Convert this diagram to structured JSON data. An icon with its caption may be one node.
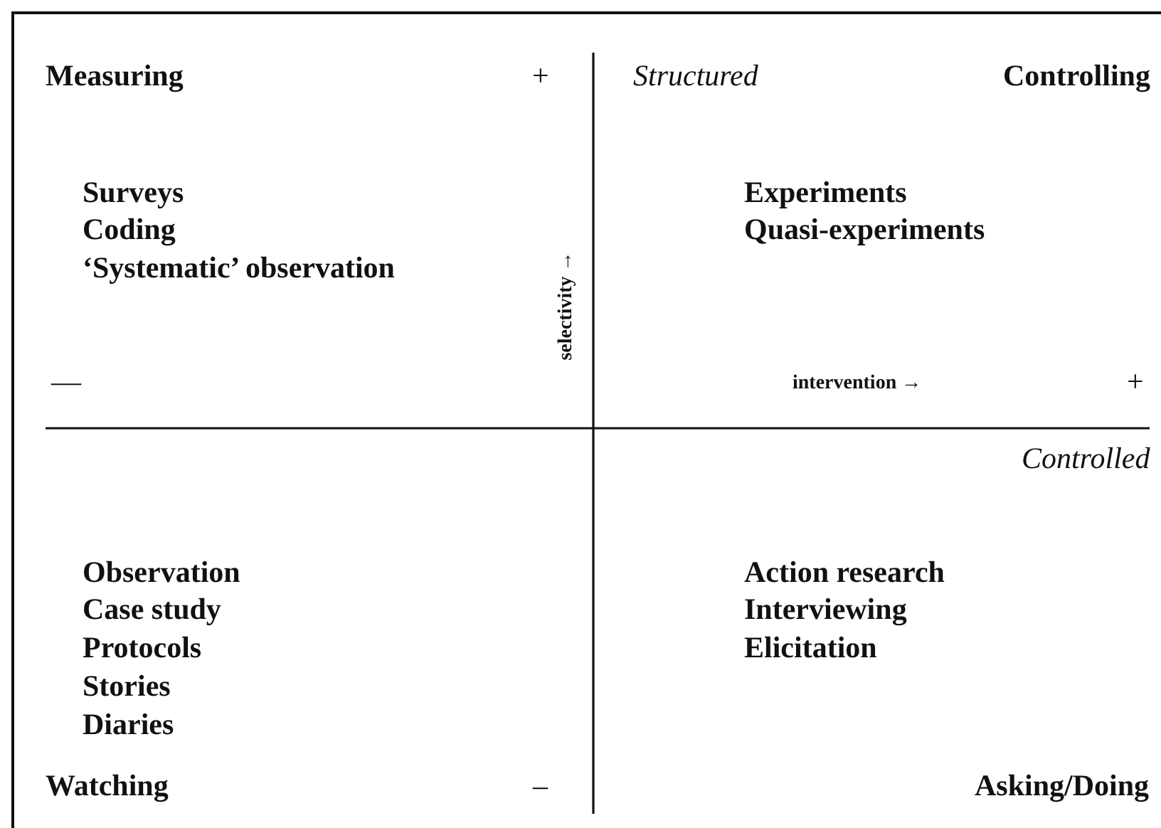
{
  "diagram": {
    "labels": [
      "Measuring",
      "+",
      "Structured",
      "Controlling",
      "Surveys",
      "Coding",
      "‘Systematic’ observation",
      "selectivity →",
      "Experiments",
      "Quasi-experiments",
      "—",
      "intervention →",
      "+",
      "Controlled",
      "Observation",
      "Case study",
      "Protocols",
      "Stories",
      "Diaries",
      "Action research",
      "Interviewing",
      "Elicitation",
      "Watching",
      "–",
      "Asking/Doing"
    ]
  }
}
